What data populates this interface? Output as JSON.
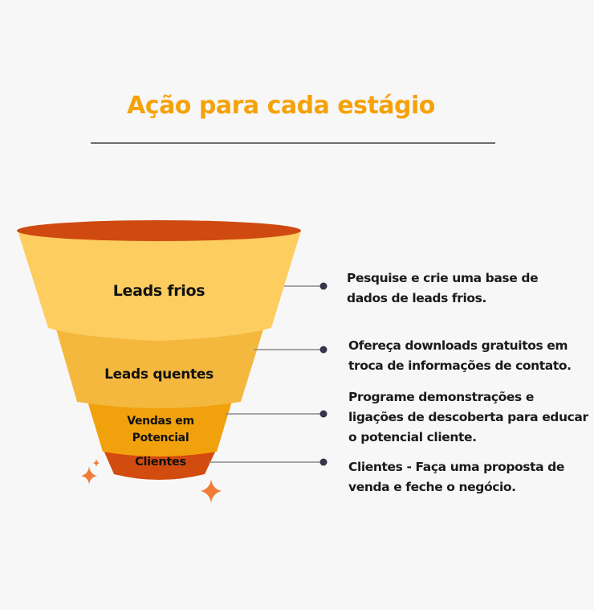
{
  "title": "Ação para cada estágio",
  "colors": {
    "title": "#f5a20a",
    "rim": "#cf4a10",
    "stage1": "#fdcd60",
    "stage2": "#f4b83e",
    "stage3": "#f1a10b",
    "stage4": "#d24c0f",
    "sparkle": "#f07c37",
    "connector": "#8a8a8a",
    "dot": "#34364a"
  },
  "stages": [
    {
      "label": "Leads frios",
      "description_lines": [
        "Pesquise e crie uma base de",
        "dados de leads frios."
      ]
    },
    {
      "label": "Leads quentes",
      "description_lines": [
        "Ofereça downloads gratuitos em",
        "troca de informações de contato."
      ]
    },
    {
      "label_lines": [
        "Vendas em",
        "Potencial"
      ],
      "description_lines": [
        "Programe demonstrações e",
        "ligações de descoberta para educar",
        "o potencial cliente."
      ]
    },
    {
      "label": "Clientes",
      "description_lines": [
        "Clientes - Faça uma proposta de",
        "venda e feche o negócio."
      ]
    }
  ],
  "decorations": [
    "sparkle-icon",
    "sparkle-icon",
    "sparkle-icon"
  ]
}
